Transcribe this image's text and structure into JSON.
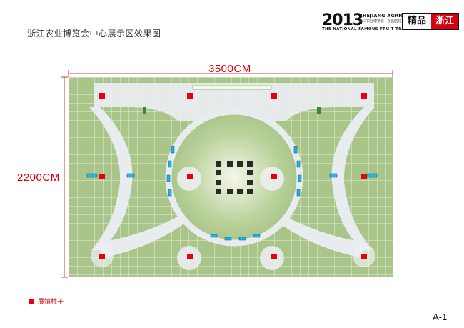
{
  "header": {
    "title": "浙江农业博览会中心展示区效果图"
  },
  "logo": {
    "year": "2013",
    "expo_name_en": "ZHEJIANG AGRICULTURE EXPO",
    "expo_name_cn": "浙江农业博览会 · 全国名优果品交易博览会",
    "fair_name_en": "THE NATIONAL FAMOUS FRUIT TRADE FAIR",
    "badge_left": "精品",
    "badge_right": "浙江"
  },
  "dimensions": {
    "width_label": "3500CM",
    "height_label": "2200CM"
  },
  "legend": {
    "pillar_label": "展馆柱子"
  },
  "page": {
    "number": "A-1"
  },
  "colors": {
    "pillar": "#e60012",
    "dimension": "#d7000f",
    "floor": "#a9c58a",
    "walkway": "#e9ecef"
  }
}
